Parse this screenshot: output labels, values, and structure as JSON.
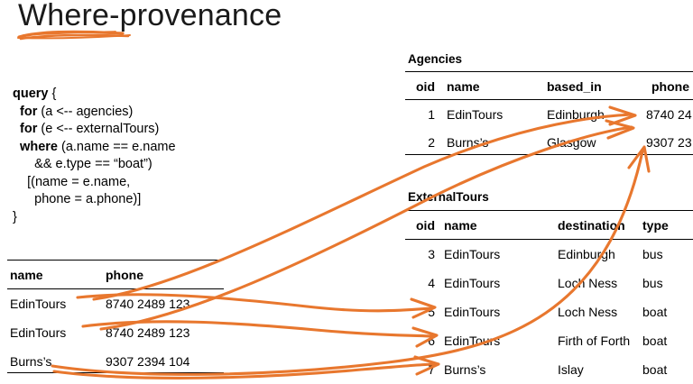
{
  "slide": {
    "title": "Where-provenance",
    "accent_color": "#E8772E",
    "text_color": "#111111",
    "background_color": "#FFFFFF"
  },
  "query": {
    "lines": [
      {
        "bold": "query",
        "rest": " {"
      },
      {
        "indent": 1,
        "bold": "for",
        "rest": " (a <-- agencies)"
      },
      {
        "indent": 1,
        "bold": "for",
        "rest": " (e <-- externalTours)"
      },
      {
        "indent": 1,
        "bold": "where",
        "rest": " (a.name == e.name"
      },
      {
        "indent": 3,
        "bold": "",
        "rest": "&& e.type == “boat”)"
      },
      {
        "indent": 2,
        "bold": "",
        "rest": "[(name = e.name,"
      },
      {
        "indent": 3,
        "bold": "",
        "rest": "phone = a.phone)]"
      },
      {
        "indent": 0,
        "bold": "",
        "rest": "}"
      }
    ]
  },
  "agencies_table": {
    "caption": "Agencies",
    "columns": [
      "oid",
      "name",
      "based_in",
      "phone"
    ],
    "rows": [
      [
        "1",
        "EdinTours",
        "Edinburgh",
        "8740 24"
      ],
      [
        "2",
        "Burns’s",
        "Glasgow",
        "9307 23"
      ]
    ]
  },
  "external_tours_table": {
    "caption": "ExternalTours",
    "columns": [
      "oid",
      "name",
      "destination",
      "type"
    ],
    "rows": [
      [
        "3",
        "EdinTours",
        "Edinburgh",
        "bus"
      ],
      [
        "4",
        "EdinTours",
        "Loch Ness",
        "bus"
      ],
      [
        "5",
        "EdinTours",
        "Loch Ness",
        "boat"
      ],
      [
        "6",
        "EdinTours",
        "Firth of Forth",
        "boat"
      ],
      [
        "7",
        "Burns’s",
        "Islay",
        "boat"
      ]
    ]
  },
  "result_table": {
    "columns": [
      "name",
      "phone"
    ],
    "rows": [
      [
        "EdinTours",
        "8740 2489 123"
      ],
      [
        "EdinTours",
        "8740 2489 123"
      ],
      [
        "Burns’s",
        "9307 2394 104"
      ]
    ]
  }
}
